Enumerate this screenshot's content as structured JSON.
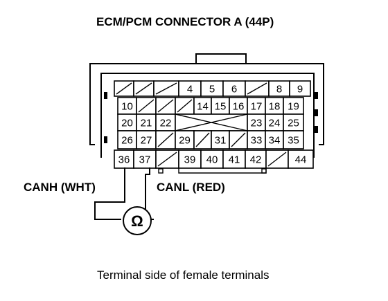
{
  "title": "ECM/PCM CONNECTOR A (44P)",
  "canh_label": "CANH (WHT)",
  "canl_label": "CANL (RED)",
  "ohm_symbol": "Ω",
  "caption": "Terminal side of female terminals",
  "rows": [
    [
      "/",
      "/",
      "/",
      "4",
      "5",
      "6",
      "/",
      "8",
      "9"
    ],
    [
      "10",
      "/",
      "/",
      "/",
      "14",
      "15",
      "16",
      "17",
      "18",
      "19"
    ],
    [
      "20",
      "21",
      "22",
      "x",
      "23",
      "24",
      "25"
    ],
    [
      "26",
      "27",
      "/",
      "29",
      "/",
      "31",
      "/",
      "33",
      "34",
      "35"
    ],
    [
      "36",
      "37",
      "/",
      "39",
      "40",
      "41",
      "42",
      "/",
      "44"
    ]
  ]
}
